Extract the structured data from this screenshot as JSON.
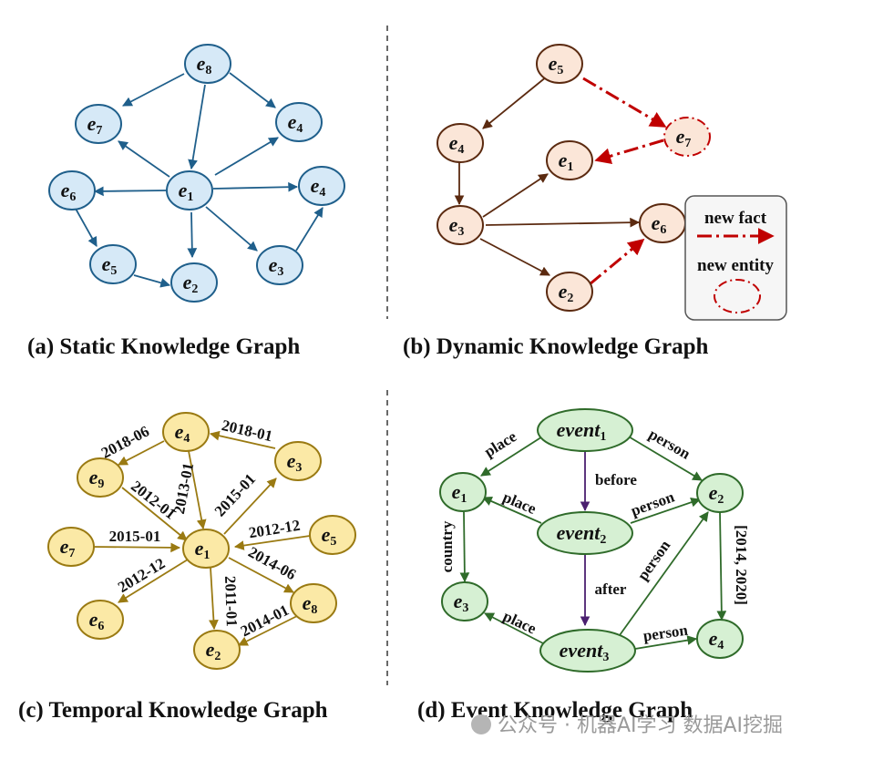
{
  "captions": {
    "a": "(a) Static Knowledge Graph",
    "b": "(b) Dynamic Knowledge Graph",
    "c": "(c) Temporal Knowledge Graph",
    "d": "(d) Event Knowledge Graph"
  },
  "legend": {
    "new_fact": "new fact",
    "new_entity": "new entity"
  },
  "colors": {
    "static": "#1f5f8b",
    "static_fill": "#d6e9f7",
    "dynamic": "#5b2a10",
    "dynamic_fill": "#fbe6d8",
    "new": "#c00000",
    "temporal": "#9a7a12",
    "temporal_fill": "#fbe9a6",
    "event": "#2f6b2a",
    "event_fill": "#d6f0d3",
    "event_purple": "#4b2070"
  },
  "graphs": {
    "static": {
      "nodes": [
        {
          "base": "e",
          "sub": "8"
        },
        {
          "base": "e",
          "sub": "7"
        },
        {
          "base": "e",
          "sub": "4"
        },
        {
          "base": "e",
          "sub": "6"
        },
        {
          "base": "e",
          "sub": "1"
        },
        {
          "base": "e",
          "sub": "4"
        },
        {
          "base": "e",
          "sub": "5"
        },
        {
          "base": "e",
          "sub": "2"
        },
        {
          "base": "e",
          "sub": "3"
        }
      ]
    },
    "dynamic": {
      "nodes": [
        {
          "base": "e",
          "sub": "5"
        },
        {
          "base": "e",
          "sub": "7"
        },
        {
          "base": "e",
          "sub": "4"
        },
        {
          "base": "e",
          "sub": "1"
        },
        {
          "base": "e",
          "sub": "3"
        },
        {
          "base": "e",
          "sub": "6"
        },
        {
          "base": "e",
          "sub": "2"
        }
      ]
    },
    "temporal": {
      "nodes": [
        {
          "base": "e",
          "sub": "4"
        },
        {
          "base": "e",
          "sub": "3"
        },
        {
          "base": "e",
          "sub": "9"
        },
        {
          "base": "e",
          "sub": "7"
        },
        {
          "base": "e",
          "sub": "1"
        },
        {
          "base": "e",
          "sub": "5"
        },
        {
          "base": "e",
          "sub": "8"
        },
        {
          "base": "e",
          "sub": "6"
        },
        {
          "base": "e",
          "sub": "2"
        }
      ],
      "edge_labels": [
        "2018-06",
        "2018-01",
        "2012-01",
        "2013-01",
        "2015-01",
        "2015-01",
        "2012-12",
        "2014-06",
        "2012-12",
        "2011-01",
        "2014-01"
      ]
    },
    "event": {
      "nodes": [
        {
          "base": "event",
          "sub": "1"
        },
        {
          "base": "e",
          "sub": "1"
        },
        {
          "base": "e",
          "sub": "2"
        },
        {
          "base": "event",
          "sub": "2"
        },
        {
          "base": "e",
          "sub": "3"
        },
        {
          "base": "event",
          "sub": "3"
        },
        {
          "base": "e",
          "sub": "4"
        }
      ],
      "edge_labels": [
        "place",
        "person",
        "before",
        "place",
        "person",
        "country",
        "[2014, 2020]",
        "after",
        "person",
        "place",
        "person"
      ]
    }
  },
  "watermark": "公众号 · 机器AI学习 数据AI挖掘"
}
